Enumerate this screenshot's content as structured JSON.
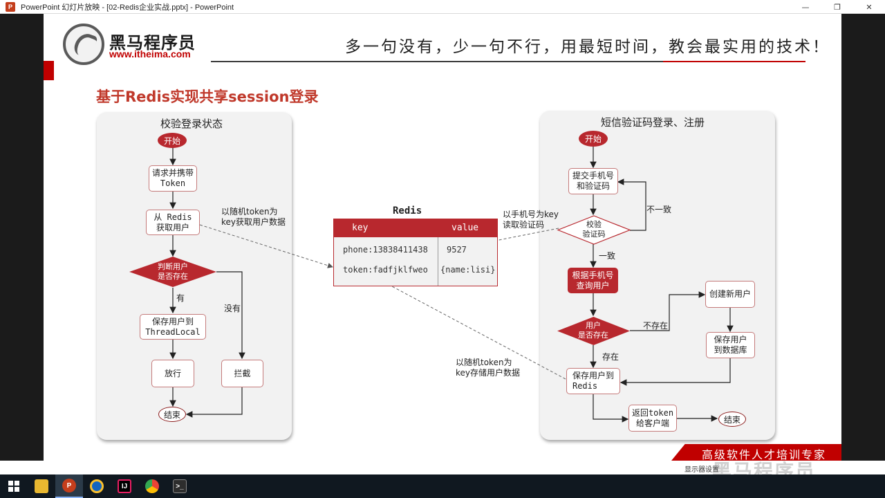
{
  "window": {
    "title": "PowerPoint 幻灯片放映 - [02-Redis企业实战.pptx] - PowerPoint",
    "app_icon": "P",
    "minimize": "—",
    "maximize": "❐",
    "close": "✕"
  },
  "header": {
    "brand_cn": "黑马程序员",
    "brand_url": "www.itheima.com",
    "slogan": "多一句没有，少一句不行，用最短时间，教会最实用的技术！"
  },
  "slide": {
    "title": "基于Redis实现共享session登录",
    "left_panel": {
      "title": "校验登录状态",
      "start": "开始",
      "n1": [
        "请求并携带",
        "Token"
      ],
      "n2": [
        "从 Redis",
        "获取用户"
      ],
      "decision": [
        "判断用户",
        "是否存在"
      ],
      "yes": "有",
      "no": "没有",
      "n3": [
        "保存用户到",
        "ThreadLocal"
      ],
      "pass": "放行",
      "block": "拦截",
      "end": "结束"
    },
    "redis": {
      "title": "Redis",
      "headers": [
        "key",
        "value"
      ],
      "rows": [
        [
          "phone:13838411438",
          "9527"
        ],
        [
          "token:fadfjklfweo",
          "{name:lisi}"
        ]
      ],
      "label_top": [
        "以随机token为",
        "key获取用户数据"
      ],
      "label_bottom": [
        "以随机token为",
        "key存储用户数据"
      ],
      "label_right": [
        "以手机号为key",
        "读取验证码"
      ]
    },
    "right_panel": {
      "title": "短信验证码登录、注册",
      "start": "开始",
      "n1": [
        "提交手机号",
        "和验证码"
      ],
      "decision1": [
        "校验",
        "验证码"
      ],
      "mismatch": "不一致",
      "match": "一致",
      "n2": [
        "根据手机号",
        "查询用户"
      ],
      "decision2": [
        "用户",
        "是否存在"
      ],
      "not_exist": "不存在",
      "exist": "存在",
      "create": "创建新用户",
      "save_db": [
        "保存用户",
        "到数据库"
      ],
      "save_redis": [
        "保存用户到",
        "Redis"
      ],
      "return": [
        "返回token",
        "给客户端"
      ],
      "end": "结束"
    },
    "banner": "高级软件人才培训专家"
  },
  "status": {
    "text": "显示器设置",
    "watermark": "黑马程序员"
  },
  "taskbar": {
    "items": [
      "windows-start",
      "file-explorer",
      "powerpoint",
      "chrome-alt",
      "intellij",
      "chrome",
      "terminal"
    ]
  }
}
